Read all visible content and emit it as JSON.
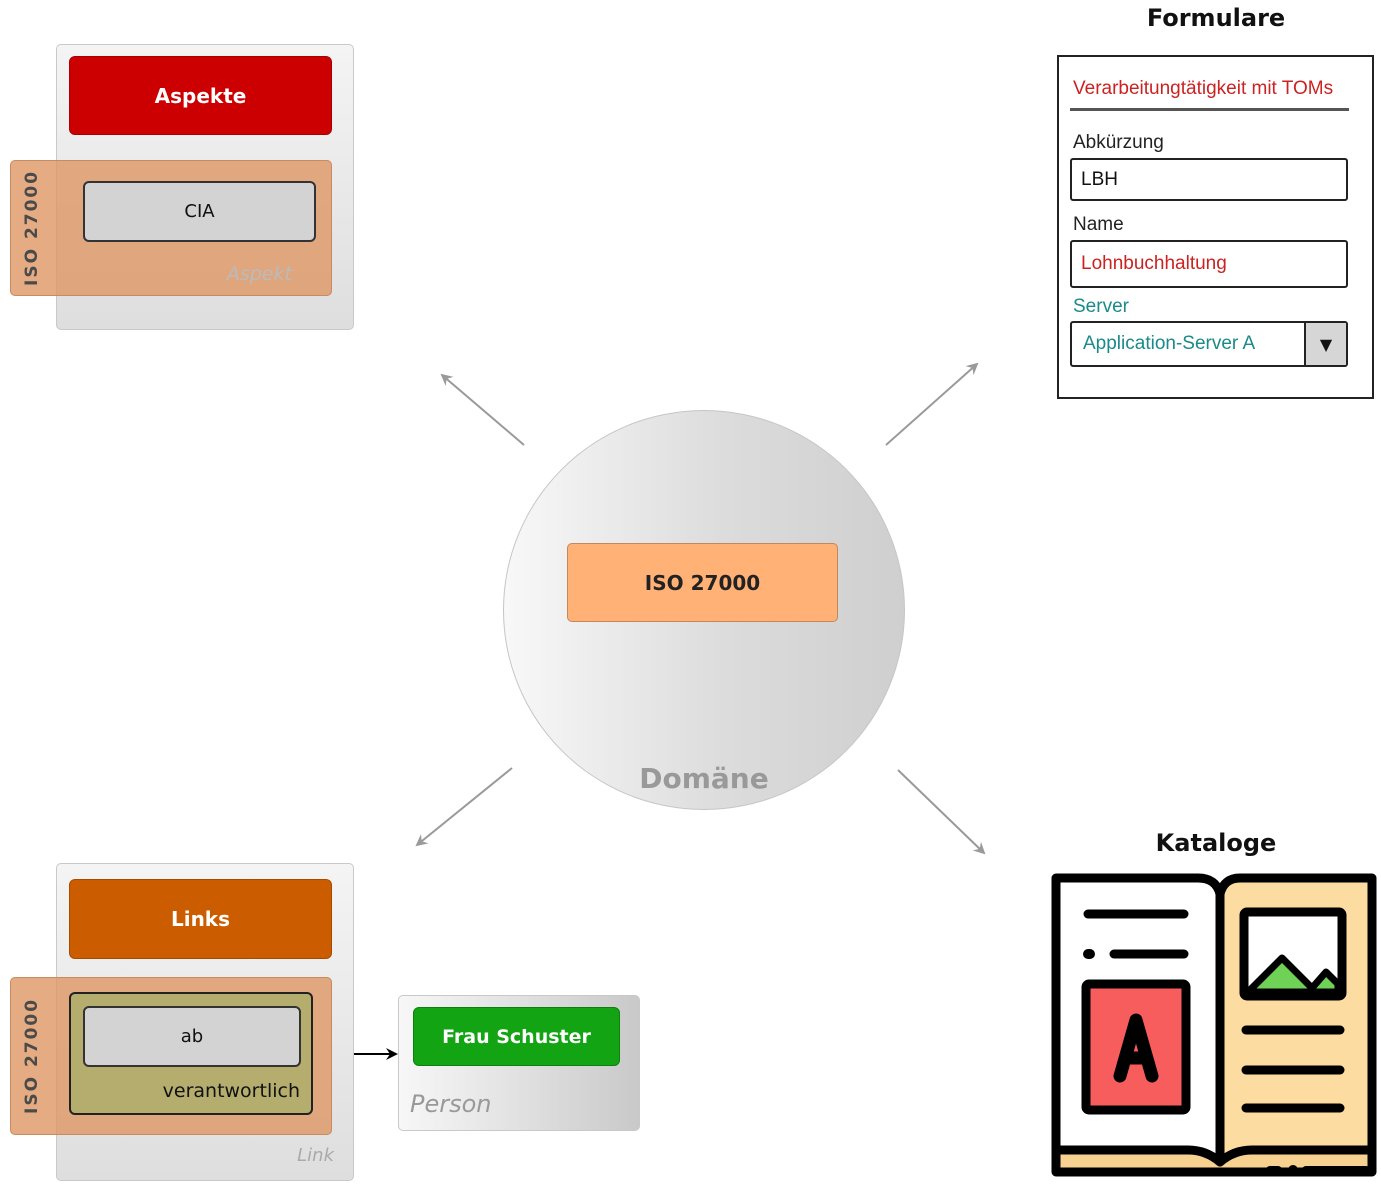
{
  "aspects": {
    "header": "Aspekte",
    "iso_label": "ISO 27000",
    "item": "CIA",
    "type_label": "Aspekt"
  },
  "links": {
    "header": "Links",
    "iso_label": "ISO 27000",
    "item": "ab",
    "relation": "verantwortlich",
    "type_label": "Link"
  },
  "person": {
    "name": "Frau Schuster",
    "type_label": "Person"
  },
  "domain": {
    "name": "ISO 27000",
    "type_label": "Domäne"
  },
  "forms": {
    "title": "Formulare",
    "form_title": "Verarbeitungtätigkeit mit TOMs",
    "fields": {
      "abbrev_label": "Abkürzung",
      "abbrev_value": "LBH",
      "name_label": "Name",
      "name_value": "Lohnbuchhaltung",
      "server_label": "Server",
      "server_value": "Application-Server A"
    }
  },
  "catalogs": {
    "title": "Kataloge",
    "icon_letter": "A"
  },
  "colors": {
    "aspects_header": "#cc0000",
    "links_header": "#cc5c00",
    "person_box": "#12a412",
    "domain_box": "#ffb176",
    "form_red": "#cc2222",
    "form_teal": "#1a8a8a",
    "relation_box": "#b5ad6e"
  }
}
